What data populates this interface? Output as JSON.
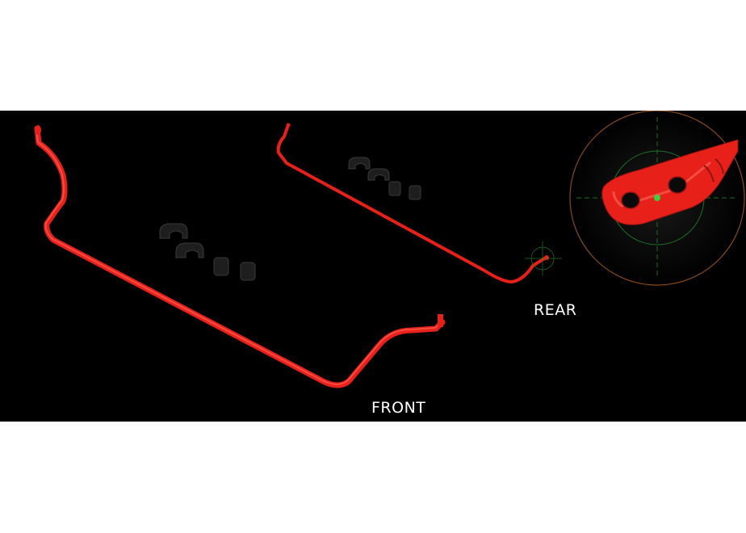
{
  "labels": {
    "front": "FRONT",
    "rear": "REAR"
  },
  "colors": {
    "background": "#000000",
    "page": "#ffffff",
    "bar": "#e8201a",
    "bar_highlight": "#ff5a4a",
    "bushing": "#1e1e1e",
    "crosshair": "#1f8a2a",
    "detail_ring": "#8a4a1a"
  },
  "items": [
    {
      "name": "front-sway-bar",
      "label_key": "front"
    },
    {
      "name": "rear-sway-bar",
      "label_key": "rear"
    },
    {
      "name": "front-bushing-kit"
    },
    {
      "name": "rear-bushing-kit"
    },
    {
      "name": "end-link-detail-inset"
    }
  ]
}
